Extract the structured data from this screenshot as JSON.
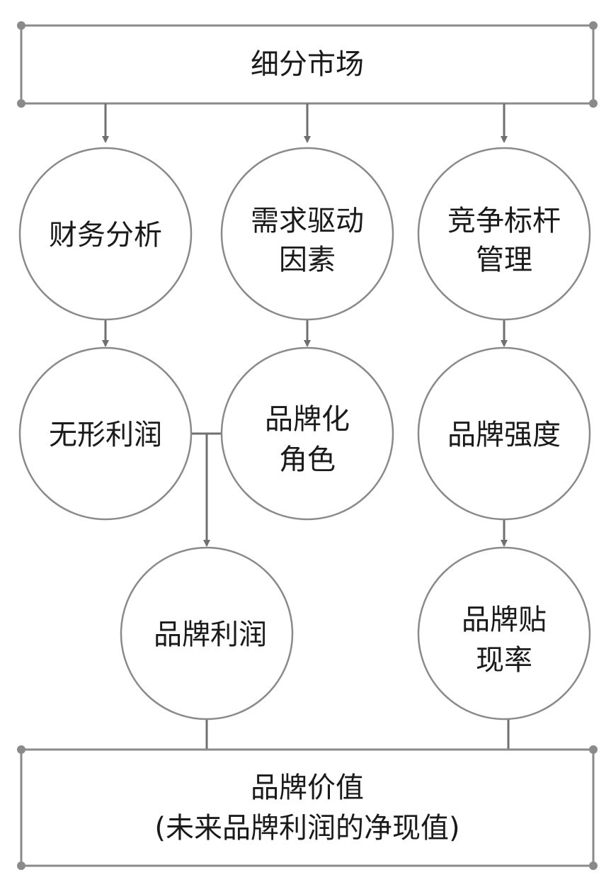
{
  "diagram": {
    "top_box": {
      "label": "细分市场"
    },
    "nodes": {
      "financial_analysis": {
        "lines": [
          "财务分析"
        ]
      },
      "demand_drivers": {
        "lines": [
          "需求驱动",
          "因素"
        ]
      },
      "competitive_benchmark": {
        "lines": [
          "竞争标杆",
          "管理"
        ]
      },
      "intangible_profit": {
        "lines": [
          "无形利润"
        ]
      },
      "branding_role": {
        "lines": [
          "品牌化",
          "角色"
        ]
      },
      "brand_strength": {
        "lines": [
          "品牌强度"
        ]
      },
      "brand_profit": {
        "lines": [
          "品牌利润"
        ]
      },
      "brand_discount_rate": {
        "lines": [
          "品牌贴",
          "现率"
        ]
      }
    },
    "bottom_box": {
      "lines": [
        "品牌价值",
        "(未来品牌利润的净现值)"
      ]
    }
  },
  "colors": {
    "stroke": "#8a8a8a",
    "arrow": "#6f6f6f",
    "text": "#1a1a1a",
    "background": "#ffffff"
  }
}
